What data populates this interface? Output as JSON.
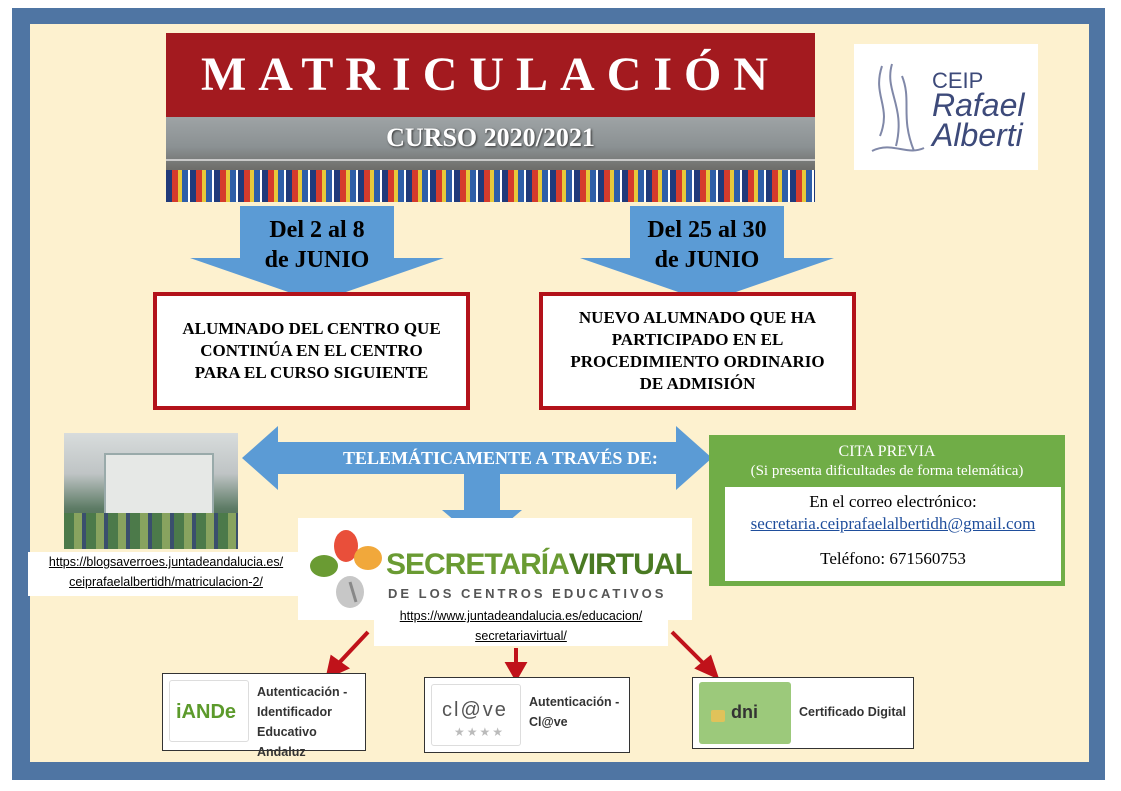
{
  "title": "MATRICULACIÓN",
  "curso": "CURSO 2020/2021",
  "logo": {
    "ceip": "CEIP",
    "name_line1": "Rafael",
    "name_line2": "Alberti"
  },
  "dates": [
    {
      "line1": "Del 2 al 8",
      "line2": "de JUNIO"
    },
    {
      "line1": "Del 25 al 30",
      "line2": "de JUNIO"
    }
  ],
  "groups": [
    {
      "lines": [
        "ALUMNADO DEL CENTRO  QUE",
        "CONTINÚA EN EL CENTRO",
        "PARA EL CURSO SIGUIENTE"
      ]
    },
    {
      "lines": [
        "NUEVO ALUMNADO QUE HA",
        "PARTICIPADO EN EL",
        "PROCEDIMIENTO ORDINARIO",
        "DE ADMISIÓN"
      ]
    }
  ],
  "telematic_label": "TELEMÁTICAMENTE A TRAVÉS DE:",
  "blog_url": {
    "line1": "https://blogsaverroes.juntadeandalucia.es/",
    "line2": "ceiprafaelalbertidh/matriculacion-2/"
  },
  "secretaria": {
    "main_a": "SECRETARÍA",
    "main_b": "VIRTUAL",
    "sub": "DE LOS CENTROS EDUCATIVOS"
  },
  "secretaria_url": {
    "line1": "https://www.juntadeandalucia.es/educacion/",
    "line2": "secretariavirtual/"
  },
  "cita": {
    "title": "CITA PREVIA",
    "subtitle": "(Si presenta dificultades de forma telemática)",
    "email_label": "En el correo electrónico:",
    "email": "secretaria.ceiprafaelalbertidh@gmail.com",
    "phone": "Teléfono: 671560753"
  },
  "auth": [
    {
      "logo": "iANDe",
      "lines": [
        "Autenticación -",
        "Identificador",
        "Educativo Andaluz"
      ]
    },
    {
      "logo": "cl@ve",
      "lines": [
        "Autenticación -",
        "Cl@ve"
      ]
    },
    {
      "logo": "dni",
      "lines": [
        "Certificado Digital"
      ]
    }
  ],
  "colors": {
    "frame": "#4f75a3",
    "background": "#fdf1cf",
    "banner": "#a31a1f",
    "arrow": "#5b9bd5",
    "green": "#70ad47",
    "red": "#b3121a"
  }
}
